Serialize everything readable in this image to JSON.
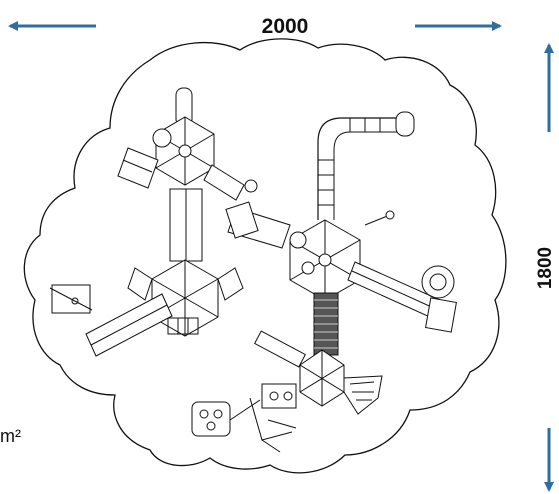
{
  "dimensions": {
    "width_label": "2000",
    "height_label": "1800",
    "area_label": "m²"
  },
  "colors": {
    "arrow": "#2f6f9f",
    "outline": "#111111",
    "equipment_fill": "#ffffff"
  },
  "icons": {
    "arrow_left": "arrow-left-icon",
    "arrow_right": "arrow-right-icon",
    "arrow_up": "arrow-up-icon",
    "arrow_down": "arrow-down-icon"
  }
}
